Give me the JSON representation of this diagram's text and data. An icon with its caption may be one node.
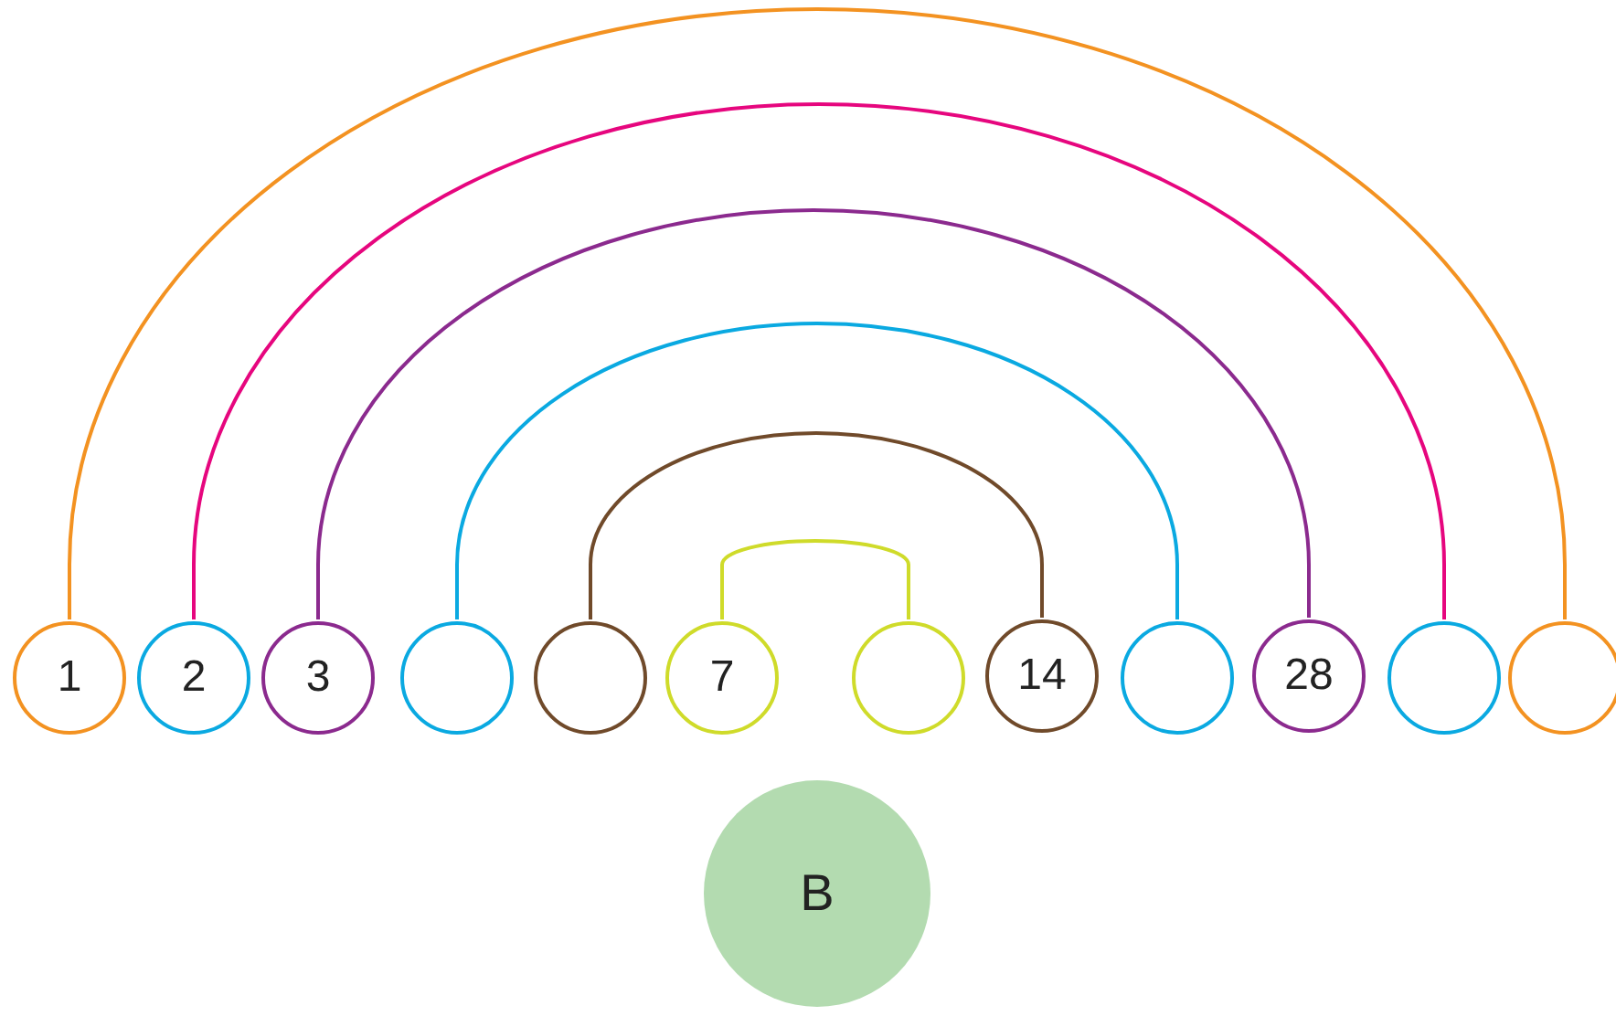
{
  "diagram": {
    "nodes": [
      {
        "text": [
          "1"
        ]
      },
      {
        "text": [
          "2"
        ]
      },
      {
        "text": [
          "3"
        ]
      },
      {
        "text": [],
        "shape": "circle"
      },
      {
        "text": [],
        "shape": "circle"
      },
      {
        "text": [
          "7"
        ]
      },
      {
        "text": [],
        "shape": "circle"
      },
      {
        "text": [
          "14"
        ]
      },
      {
        "text": [],
        "shape": "circle"
      },
      {
        "text": [
          "28"
        ]
      },
      {
        "text": [],
        "shape": "circle"
      },
      {
        "text": [],
        "shape": "circle"
      },
      {
        "text": [
          "B"
        ]
      }
    ],
    "edges": [
      {
        "from": 0,
        "to": 11,
        "arrow": "none",
        "color": "#f39221"
      },
      {
        "from": 1,
        "to": 10,
        "arrow": "none",
        "color": "#e6067e"
      },
      {
        "from": 2,
        "to": 9,
        "arrow": "none",
        "color": "#8b2a8e"
      },
      {
        "from": 3,
        "to": 8,
        "arrow": "none",
        "color": "#0aa9e1"
      },
      {
        "from": 4,
        "to": 7,
        "arrow": "none",
        "color": "#704a2a"
      },
      {
        "from": 5,
        "to": 6,
        "arrow": "none",
        "color": "#cfdb2a"
      }
    ]
  }
}
